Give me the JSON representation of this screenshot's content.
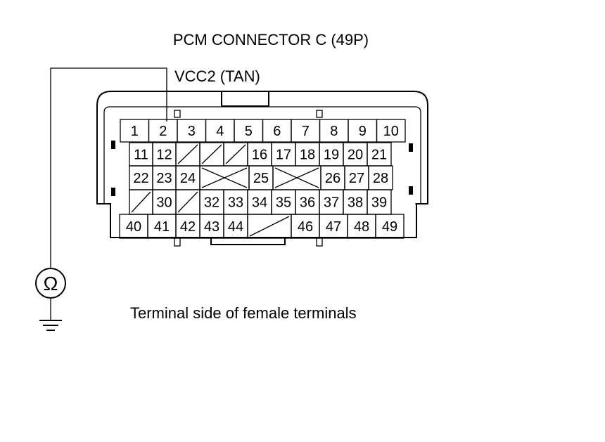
{
  "diagram": {
    "title": "PCM CONNECTOR C (49P)",
    "wire_label": "VCC2 (TAN)",
    "caption": "Terminal side of female terminals",
    "meter_symbol": "Ω",
    "meter_icon": "ohmmeter-icon",
    "ground_icon": "ground-icon",
    "probe_terminal": "2"
  },
  "connector": {
    "rows": [
      [
        "1",
        "2",
        "3",
        "4",
        "5",
        "6",
        "7",
        "8",
        "9",
        "10"
      ],
      [
        "11",
        "12",
        "",
        "",
        "",
        "16",
        "17",
        "18",
        "19",
        "20",
        "21"
      ],
      [
        "22",
        "23",
        "24",
        "",
        "25",
        "",
        "26",
        "27",
        "28"
      ],
      [
        "",
        "30",
        "",
        "32",
        "33",
        "34",
        "35",
        "36",
        "37",
        "38",
        "39"
      ],
      [
        "40",
        "41",
        "42",
        "43",
        "44",
        "",
        "46",
        "47",
        "48",
        "49"
      ]
    ]
  }
}
